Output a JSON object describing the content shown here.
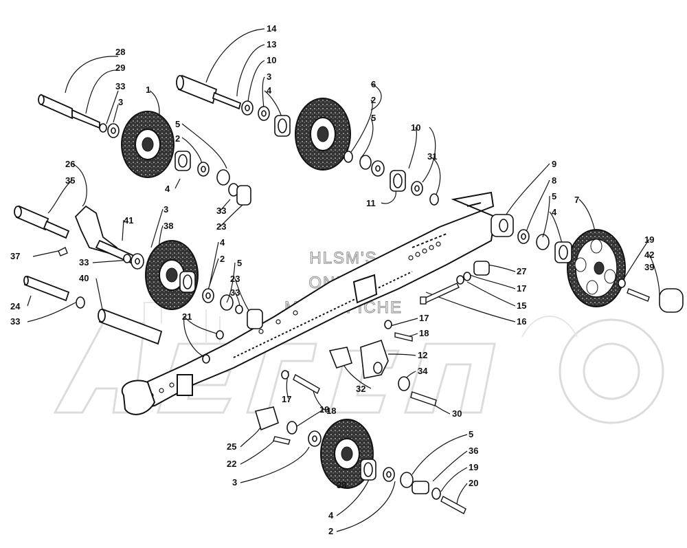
{
  "watermark": {
    "line1": "HLSM'S",
    "line2": "ONLINE",
    "line3": "MICROFICHE",
    "logo_text": "ArcticCat"
  },
  "callouts": [
    "1",
    "2",
    "3",
    "4",
    "5",
    "6",
    "7",
    "8",
    "9",
    "10",
    "11",
    "12",
    "13",
    "14",
    "15",
    "16",
    "17",
    "18",
    "19",
    "20",
    "21",
    "22",
    "23",
    "24",
    "25",
    "26",
    "27",
    "28",
    "29",
    "30",
    "31",
    "32",
    "33",
    "34",
    "35",
    "36",
    "37",
    "38",
    "39",
    "40",
    "41",
    "42"
  ]
}
